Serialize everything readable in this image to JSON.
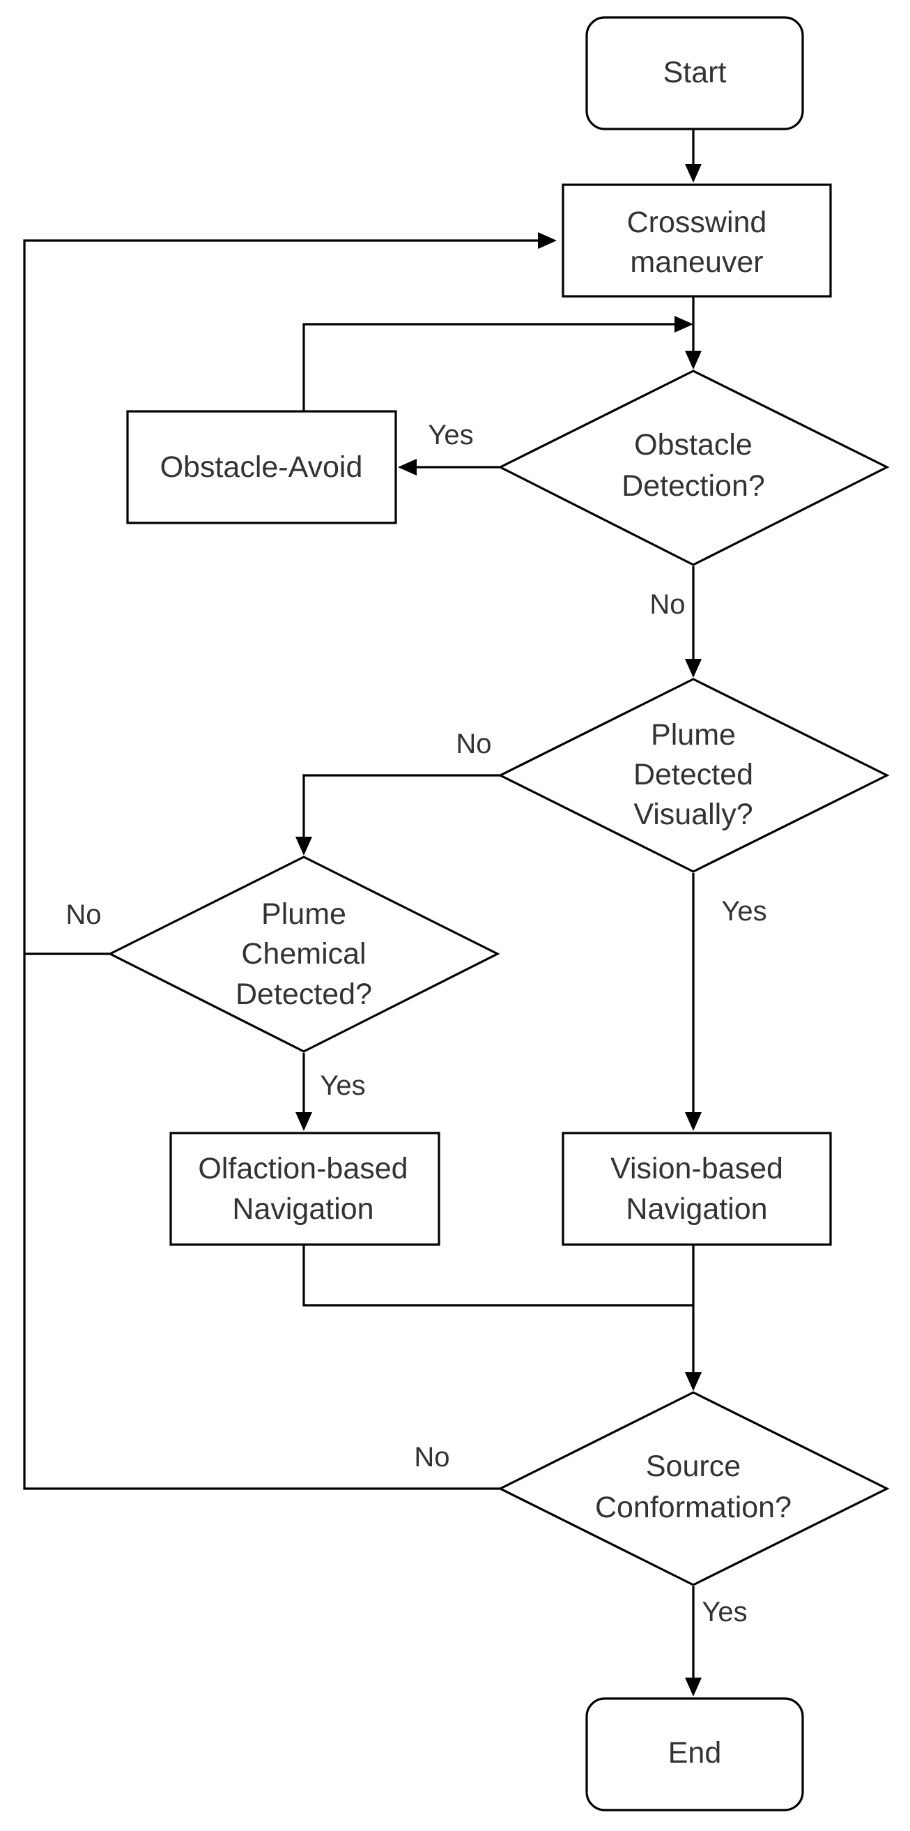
{
  "nodes": {
    "start": {
      "label": "Start"
    },
    "crosswind": {
      "line1": "Crosswind",
      "line2": "maneuver"
    },
    "obstacle_avoid": {
      "label": "Obstacle-Avoid"
    },
    "obstacle_detection": {
      "line1": "Obstacle",
      "line2": "Detection?"
    },
    "plume_visual": {
      "line1": "Plume",
      "line2": "Detected",
      "line3": "Visually?"
    },
    "plume_chemical": {
      "line1": "Plume",
      "line2": "Chemical",
      "line3": "Detected?"
    },
    "olfaction_nav": {
      "line1": "Olfaction-based",
      "line2": "Navigation"
    },
    "vision_nav": {
      "line1": "Vision-based",
      "line2": "Navigation"
    },
    "source_conformation": {
      "line1": "Source",
      "line2": "Conformation?"
    },
    "end": {
      "label": "End"
    }
  },
  "edge_labels": {
    "obstacle_yes": "Yes",
    "obstacle_no": "No",
    "visual_no": "No",
    "visual_yes": "Yes",
    "chemical_no": "No",
    "chemical_yes": "Yes",
    "source_no": "No",
    "source_yes": "Yes"
  }
}
